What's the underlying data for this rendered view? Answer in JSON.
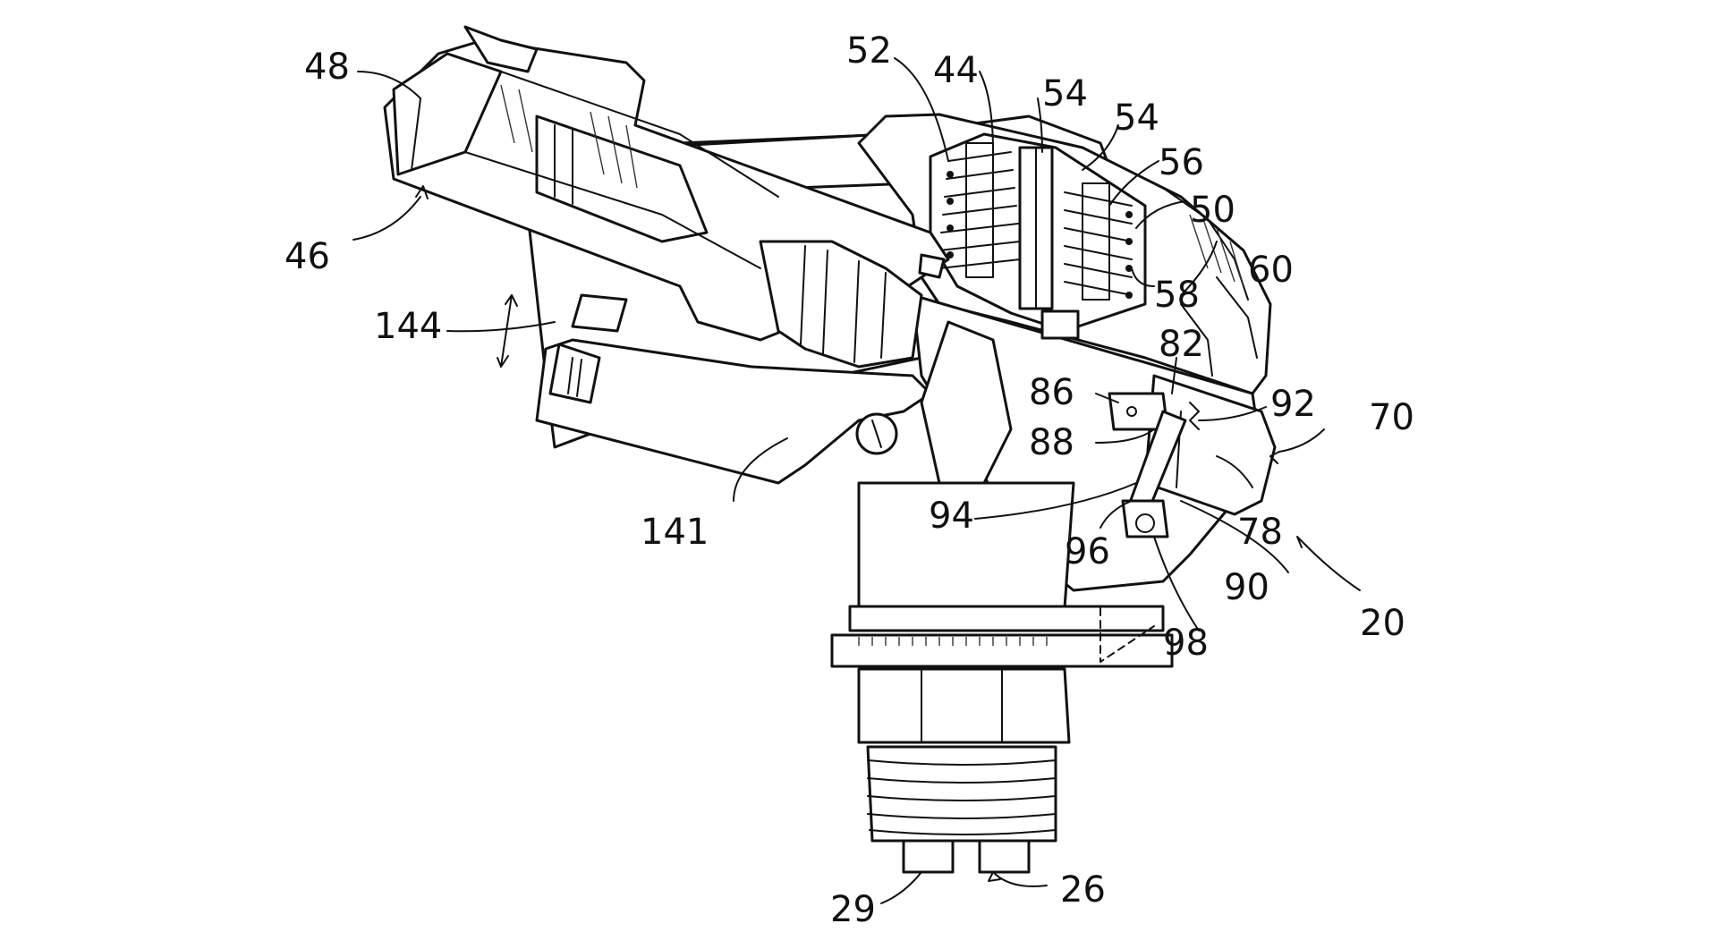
{
  "figure": {
    "labels": {
      "l48": "48",
      "l46": "46",
      "l144": "144",
      "l141": "141",
      "l52": "52",
      "l44": "44",
      "l54a": "54",
      "l54b": "54",
      "l56": "56",
      "l50": "50",
      "l58": "58",
      "l60": "60",
      "l82": "82",
      "l86": "86",
      "l92": "92",
      "l70": "70",
      "l88": "88",
      "l94": "94",
      "l96": "96",
      "l78": "78",
      "l90": "90",
      "l98": "98",
      "l20": "20",
      "l29": "29",
      "l26": "26"
    }
  }
}
